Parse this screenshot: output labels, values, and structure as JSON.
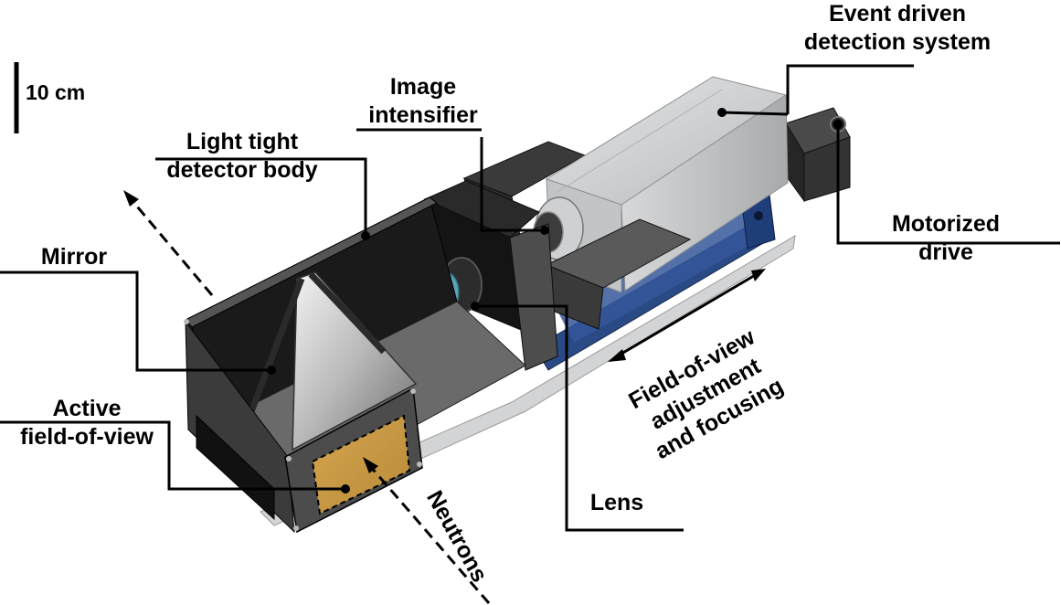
{
  "scale_bar": {
    "label": "10 cm"
  },
  "labels": {
    "event_system": [
      "Event driven",
      "detection system"
    ],
    "image_intensifier": [
      "Image",
      "intensifier"
    ],
    "detector_body": [
      "Light tight",
      "detector body"
    ],
    "motorized_drive": [
      "Motorized",
      "drive"
    ],
    "mirror": [
      "Mirror"
    ],
    "fov_adjust": [
      "Field-of-view",
      "adjustment",
      "and focusing"
    ],
    "active_fov": [
      "Active",
      "field-of-view"
    ],
    "lens": [
      "Lens"
    ],
    "neutrons": [
      "Neutrons"
    ]
  },
  "colors": {
    "camera_silver": "#c9cbcc",
    "body_black": "#1b1b1b",
    "rail_blue": "#27447a",
    "scintillator_gold": "#c99a45",
    "lens_cyan": "#5aa6b4",
    "plate_grey": "#d9d9d9"
  }
}
